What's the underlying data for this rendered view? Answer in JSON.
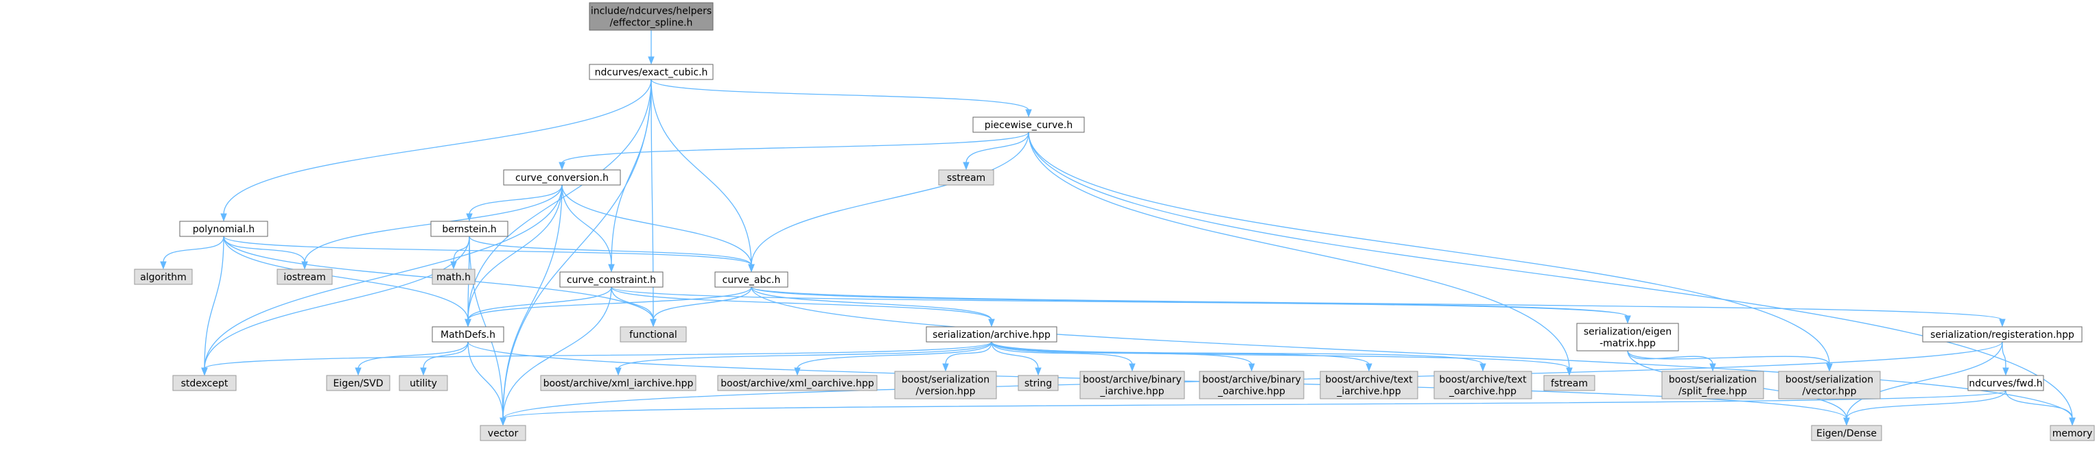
{
  "colors": {
    "background": "#ffffff",
    "edge": "#63b8ff",
    "root_fill": "#999999",
    "root_stroke": "#666666",
    "internal_fill": "#ffffff",
    "internal_stroke": "#666666",
    "external_fill": "#e0e0e0",
    "external_stroke": "#999999",
    "text": "#000000"
  },
  "nodes": [
    {
      "id": "root",
      "label": [
        "include/ndcurves/helpers",
        "/effector_spline.h"
      ],
      "kind": "root"
    },
    {
      "id": "exact_cubic",
      "label": [
        "ndcurves/exact_cubic.h"
      ],
      "kind": "internal"
    },
    {
      "id": "piecewise_curve",
      "label": [
        "piecewise_curve.h"
      ],
      "kind": "internal"
    },
    {
      "id": "sstream",
      "label": [
        "sstream"
      ],
      "kind": "external"
    },
    {
      "id": "curve_conversion",
      "label": [
        "curve_conversion.h"
      ],
      "kind": "internal"
    },
    {
      "id": "polynomial",
      "label": [
        "polynomial.h"
      ],
      "kind": "internal"
    },
    {
      "id": "bernstein",
      "label": [
        "bernstein.h"
      ],
      "kind": "internal"
    },
    {
      "id": "algorithm",
      "label": [
        "algorithm"
      ],
      "kind": "external"
    },
    {
      "id": "iostream",
      "label": [
        "iostream"
      ],
      "kind": "external"
    },
    {
      "id": "math_h",
      "label": [
        "math.h"
      ],
      "kind": "external"
    },
    {
      "id": "curve_constraint",
      "label": [
        "curve_constraint.h"
      ],
      "kind": "internal"
    },
    {
      "id": "curve_abc",
      "label": [
        "curve_abc.h"
      ],
      "kind": "internal"
    },
    {
      "id": "functional",
      "label": [
        "functional"
      ],
      "kind": "external"
    },
    {
      "id": "mathdefs",
      "label": [
        "MathDefs.h"
      ],
      "kind": "internal"
    },
    {
      "id": "serialization_archive",
      "label": [
        "serialization/archive.hpp"
      ],
      "kind": "internal"
    },
    {
      "id": "serialization_eigen",
      "label": [
        "serialization/eigen",
        "-matrix.hpp"
      ],
      "kind": "internal"
    },
    {
      "id": "serialization_registeration",
      "label": [
        "serialization/registeration.hpp"
      ],
      "kind": "internal"
    },
    {
      "id": "stdexcept",
      "label": [
        "stdexcept"
      ],
      "kind": "external"
    },
    {
      "id": "eigen_svd",
      "label": [
        "Eigen/SVD"
      ],
      "kind": "external"
    },
    {
      "id": "utility",
      "label": [
        "utility"
      ],
      "kind": "external"
    },
    {
      "id": "xml_iarchive",
      "label": [
        "boost/archive/xml_iarchive.hpp"
      ],
      "kind": "external"
    },
    {
      "id": "xml_oarchive",
      "label": [
        "boost/archive/xml_oarchive.hpp"
      ],
      "kind": "external"
    },
    {
      "id": "serialization_version",
      "label": [
        "boost/serialization",
        "/version.hpp"
      ],
      "kind": "external"
    },
    {
      "id": "string",
      "label": [
        "string"
      ],
      "kind": "external"
    },
    {
      "id": "binary_iarchive",
      "label": [
        "boost/archive/binary",
        "_iarchive.hpp"
      ],
      "kind": "external"
    },
    {
      "id": "binary_oarchive",
      "label": [
        "boost/archive/binary",
        "_oarchive.hpp"
      ],
      "kind": "external"
    },
    {
      "id": "text_iarchive",
      "label": [
        "boost/archive/text",
        "_iarchive.hpp"
      ],
      "kind": "external"
    },
    {
      "id": "text_oarchive",
      "label": [
        "boost/archive/text",
        "_oarchive.hpp"
      ],
      "kind": "external"
    },
    {
      "id": "fstream",
      "label": [
        "fstream"
      ],
      "kind": "external"
    },
    {
      "id": "split_free",
      "label": [
        "boost/serialization",
        "/split_free.hpp"
      ],
      "kind": "external"
    },
    {
      "id": "serialization_vector",
      "label": [
        "boost/serialization",
        "/vector.hpp"
      ],
      "kind": "external"
    },
    {
      "id": "ndcurves_fwd",
      "label": [
        "ndcurves/fwd.h"
      ],
      "kind": "internal"
    },
    {
      "id": "vector",
      "label": [
        "vector"
      ],
      "kind": "external"
    },
    {
      "id": "eigen_dense",
      "label": [
        "Eigen/Dense"
      ],
      "kind": "external"
    },
    {
      "id": "memory",
      "label": [
        "memory"
      ],
      "kind": "external"
    }
  ],
  "edges": [
    [
      "root",
      "exact_cubic"
    ],
    [
      "exact_cubic",
      "piecewise_curve"
    ],
    [
      "exact_cubic",
      "polynomial"
    ],
    [
      "exact_cubic",
      "curve_constraint"
    ],
    [
      "exact_cubic",
      "curve_abc"
    ],
    [
      "exact_cubic",
      "functional"
    ],
    [
      "exact_cubic",
      "mathdefs"
    ],
    [
      "exact_cubic",
      "vector"
    ],
    [
      "piecewise_curve",
      "sstream"
    ],
    [
      "piecewise_curve",
      "curve_conversion"
    ],
    [
      "piecewise_curve",
      "curve_abc"
    ],
    [
      "piecewise_curve",
      "fstream"
    ],
    [
      "piecewise_curve",
      "serialization_vector"
    ],
    [
      "piecewise_curve",
      "memory"
    ],
    [
      "curve_conversion",
      "bernstein"
    ],
    [
      "curve_conversion",
      "curve_constraint"
    ],
    [
      "curve_conversion",
      "curve_abc"
    ],
    [
      "curve_conversion",
      "iostream"
    ],
    [
      "curve_conversion",
      "stdexcept"
    ],
    [
      "curve_conversion",
      "mathdefs"
    ],
    [
      "curve_conversion",
      "vector"
    ],
    [
      "polynomial",
      "algorithm"
    ],
    [
      "polynomial",
      "iostream"
    ],
    [
      "polynomial",
      "curve_abc"
    ],
    [
      "polynomial",
      "mathdefs"
    ],
    [
      "polynomial",
      "stdexcept"
    ],
    [
      "polynomial",
      "functional"
    ],
    [
      "bernstein",
      "math_h"
    ],
    [
      "bernstein",
      "curve_abc"
    ],
    [
      "bernstein",
      "mathdefs"
    ],
    [
      "bernstein",
      "stdexcept"
    ],
    [
      "bernstein",
      "vector"
    ],
    [
      "curve_constraint",
      "functional"
    ],
    [
      "curve_constraint",
      "mathdefs"
    ],
    [
      "curve_constraint",
      "serialization_archive"
    ],
    [
      "curve_constraint",
      "serialization_eigen"
    ],
    [
      "curve_constraint",
      "vector"
    ],
    [
      "curve_abc",
      "functional"
    ],
    [
      "curve_abc",
      "mathdefs"
    ],
    [
      "curve_abc",
      "serialization_archive"
    ],
    [
      "curve_abc",
      "serialization_eigen"
    ],
    [
      "curve_abc",
      "serialization_registeration"
    ],
    [
      "curve_abc",
      "memory"
    ],
    [
      "mathdefs",
      "eigen_svd"
    ],
    [
      "mathdefs",
      "utility"
    ],
    [
      "mathdefs",
      "vector"
    ],
    [
      "mathdefs",
      "eigen_dense"
    ],
    [
      "serialization_archive",
      "stdexcept"
    ],
    [
      "serialization_archive",
      "xml_iarchive"
    ],
    [
      "serialization_archive",
      "xml_oarchive"
    ],
    [
      "serialization_archive",
      "serialization_version"
    ],
    [
      "serialization_archive",
      "string"
    ],
    [
      "serialization_archive",
      "binary_iarchive"
    ],
    [
      "serialization_archive",
      "binary_oarchive"
    ],
    [
      "serialization_archive",
      "text_iarchive"
    ],
    [
      "serialization_archive",
      "text_oarchive"
    ],
    [
      "serialization_archive",
      "fstream"
    ],
    [
      "serialization_eigen",
      "split_free"
    ],
    [
      "serialization_eigen",
      "serialization_vector"
    ],
    [
      "serialization_eigen",
      "eigen_dense"
    ],
    [
      "serialization_registeration",
      "ndcurves_fwd"
    ],
    [
      "serialization_registeration",
      "vector"
    ],
    [
      "serialization_registeration",
      "eigen_dense"
    ],
    [
      "ndcurves_fwd",
      "vector"
    ],
    [
      "ndcurves_fwd",
      "eigen_dense"
    ],
    [
      "ndcurves_fwd",
      "memory"
    ]
  ]
}
